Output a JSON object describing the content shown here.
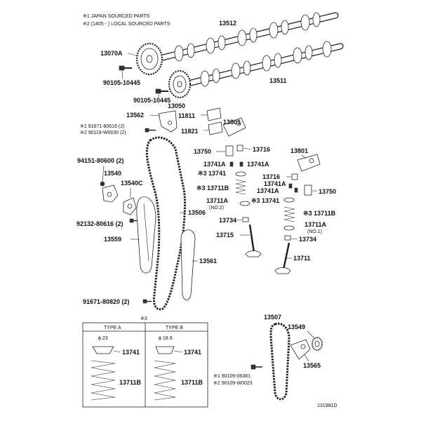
{
  "header": {
    "note1": "※1 JAPAN SOURCED PARTS",
    "note2": "※2 (1405 -          ) LOCAL SOURCED PARTS"
  },
  "labels": {
    "p13512": "13512",
    "p13070A": "13070A",
    "p13511": "13511",
    "p90105_10445_a": "90105-10445",
    "p90105_10445_b": "90105-10445",
    "p13050": "13050",
    "p13562": "13562",
    "p11811": "11811",
    "p91671_80616": "※1 91671-80616 (2)",
    "p90119_W0030": "※2 90119-W0030 (2)",
    "p11821": "11821",
    "p13801_a": "13801",
    "p13750_a": "13750",
    "p13716_a": "13716",
    "p13801_b": "13801",
    "p94151": "94151-80600 (2)",
    "p13741A_a": "13741A",
    "p13741A_b": "13741A",
    "p13741_a": "※3 13741",
    "p13540": "13540",
    "p13716_b": "13716",
    "p13540C": "13540C",
    "p13741A_c": "13741A",
    "p13711B_a": "※3 13711B",
    "p13741A_d": "13741A",
    "p13750_b": "13750",
    "p13711A_a": "13711A",
    "p13741_b": "※3 13741",
    "no2": "(NO.2)",
    "p13506": "13506",
    "p13711B_b": "※3 13711B",
    "p92132": "92132-80616 (2)",
    "p13734_a": "13734",
    "p13711A_b": "13711A",
    "no1": "(NO.1)",
    "p13715": "13715",
    "p13559": "13559",
    "p13734_b": "13734",
    "p13561": "13561",
    "p13711": "13711",
    "p91671_80820": "91671-80820 (2)",
    "p13507": "13507",
    "p13549": "13549",
    "p13565": "13565",
    "p90109_06381": "※1 90109-06381",
    "p90109_W0023": "※2 90109-W0023",
    "diagram_id": "131981D"
  },
  "types_box": {
    "ref": "※3",
    "type_a": "TYPE A",
    "type_b": "TYPE B",
    "dia_a": "ϕ 23",
    "dia_b": "ϕ 18.9",
    "a_13741": "13741",
    "a_13711B": "13711B",
    "b_13741": "13741",
    "b_13711B": "13711B"
  }
}
